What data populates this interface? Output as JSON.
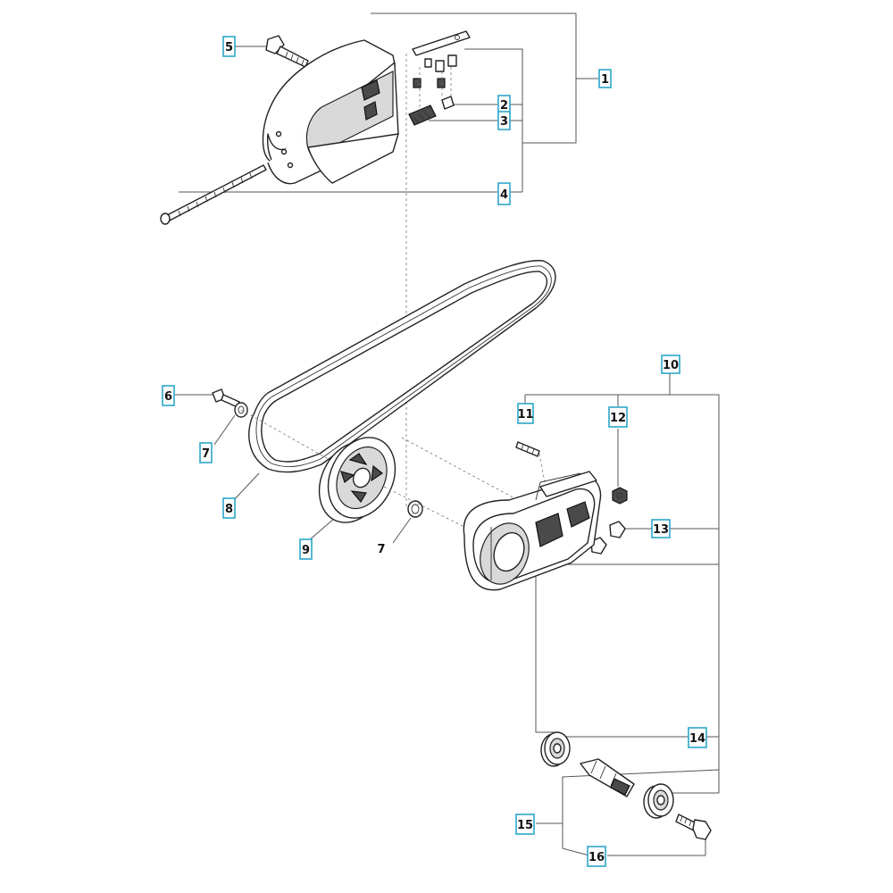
{
  "colors": {
    "callout_border": "#2ca7c9",
    "line": "#555555",
    "part_stroke": "#222222"
  },
  "callouts": {
    "c1": "1",
    "c2": "2",
    "c3": "3",
    "c4": "4",
    "c5": "5",
    "c6": "6",
    "c7a": "7",
    "c7b": "7",
    "c8": "8",
    "c9": "9",
    "c10": "10",
    "c11": "11",
    "c12": "12",
    "c13": "13",
    "c14": "14",
    "c15": "15",
    "c16": "16"
  }
}
